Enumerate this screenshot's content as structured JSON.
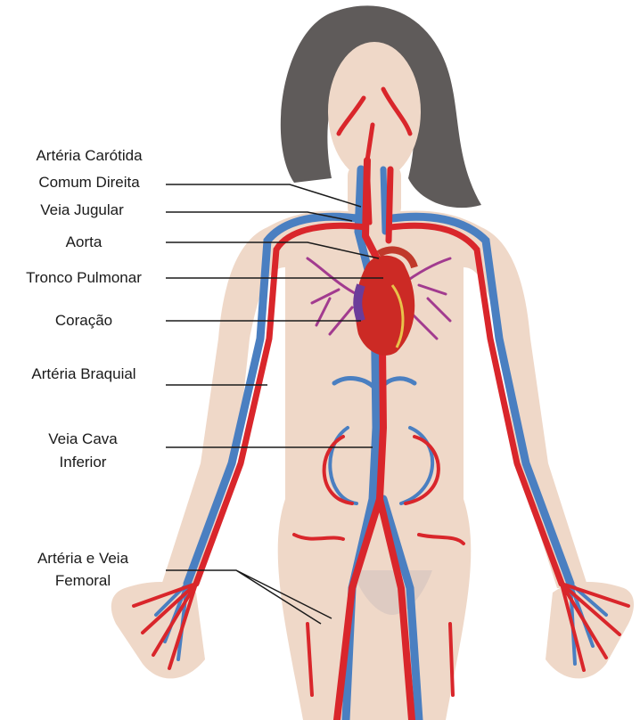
{
  "figure": {
    "labels": {
      "carotid_line1": "Artéria Carótida",
      "carotid_line2": "Comum Direita",
      "jugular": "Veia Jugular",
      "aorta": "Aorta",
      "pulmonary_trunk": "Tronco Pulmonar",
      "heart": "Coração",
      "brachial": "Artéria Braquial",
      "vena_cava_line1": "Veia Cava",
      "vena_cava_line2": "Inferior",
      "femoral_line1": "Artéria e Veia",
      "femoral_line2": "Femoral"
    },
    "colors": {
      "artery": "#d9262b",
      "vein": "#4a7fc1",
      "skin": "#efd8c8",
      "hair": "#5f5b5a",
      "heart": "#cc2a25",
      "leader": "#1a1a1a"
    }
  }
}
